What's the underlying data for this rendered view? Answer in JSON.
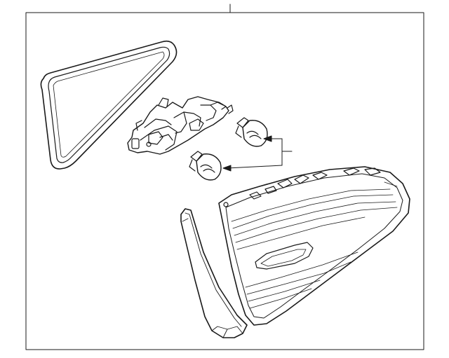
{
  "diagram": {
    "kind": "exploded parts illustration",
    "colors": {
      "stroke": "#1a1a1a",
      "fill": "#ffffff",
      "background": "#ffffff"
    },
    "parts": [
      {
        "id": "gasket",
        "icon": "triangular-gasket-icon"
      },
      {
        "id": "bulb-socket-housing",
        "icon": "socket-housing-icon"
      },
      {
        "id": "bulb-upper",
        "icon": "wedge-bulb-icon"
      },
      {
        "id": "bulb-lower",
        "icon": "wedge-bulb-icon"
      },
      {
        "id": "tail-lamp-assembly",
        "icon": "tail-lamp-icon"
      },
      {
        "id": "trim-cover",
        "icon": "trim-panel-icon"
      }
    ],
    "callouts": [
      {
        "id": "assembly-callout",
        "label": ""
      },
      {
        "id": "bulb-callout",
        "label": ""
      }
    ]
  }
}
